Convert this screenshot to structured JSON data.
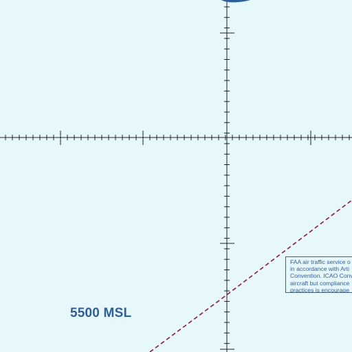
{
  "map": {
    "background_color": "#e6f8fc",
    "grid_color": "#1e1e24",
    "label_color": "#2f5e97",
    "boundary_color": "#8a1a3c",
    "water_color": "#2f5e97",
    "altitude_label": "5500 MSL",
    "notice_lines": [
      "FAA air traffic service o",
      "in accordance with Arti",
      "Convention. ICAO Conv",
      "aircraft but compliance",
      "practices is encourage"
    ]
  }
}
